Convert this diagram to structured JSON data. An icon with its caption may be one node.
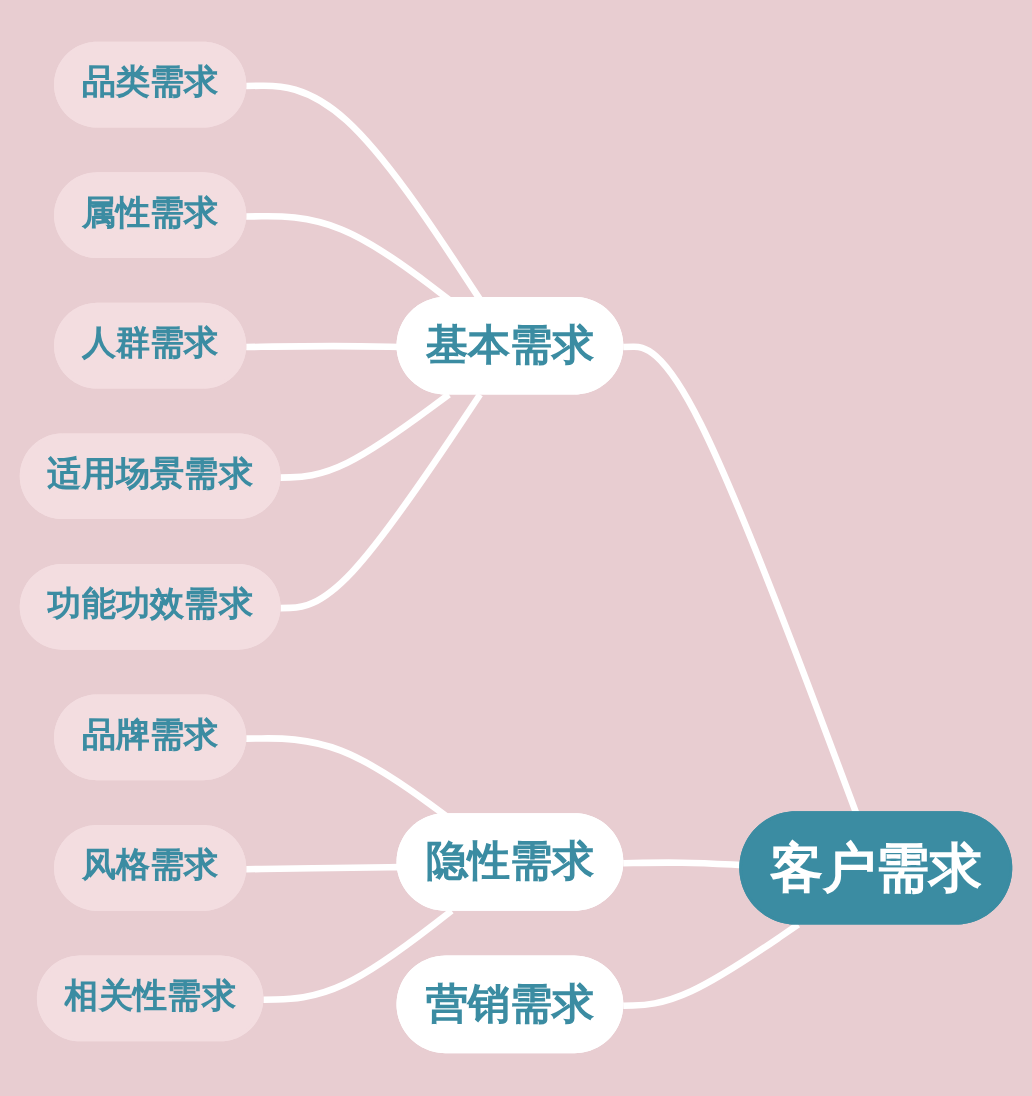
{
  "diagram": {
    "nodes": [
      {
        "text": [
          "客户需求"
        ]
      },
      {
        "text": [
          "基本需求"
        ]
      },
      {
        "text": [
          "品类需求"
        ]
      },
      {
        "text": [
          "属性需求"
        ]
      },
      {
        "text": [
          "人群需求"
        ]
      },
      {
        "text": [
          "适用场景需求"
        ]
      },
      {
        "text": [
          "功能功效需求"
        ]
      },
      {
        "text": [
          "隐性需求"
        ]
      },
      {
        "text": [
          "品牌需求"
        ]
      },
      {
        "text": [
          "风格需求"
        ]
      },
      {
        "text": [
          "相关性需求"
        ]
      },
      {
        "text": [
          "营销需求"
        ]
      }
    ],
    "edges": [
      {
        "from": 0,
        "to": 1,
        "arrow": "none"
      },
      {
        "from": 1,
        "to": 2,
        "arrow": "none"
      },
      {
        "from": 1,
        "to": 3,
        "arrow": "none"
      },
      {
        "from": 1,
        "to": 4,
        "arrow": "none"
      },
      {
        "from": 1,
        "to": 5,
        "arrow": "none"
      },
      {
        "from": 1,
        "to": 6,
        "arrow": "none"
      },
      {
        "from": 0,
        "to": 7,
        "arrow": "none"
      },
      {
        "from": 7,
        "to": 8,
        "arrow": "none"
      },
      {
        "from": 7,
        "to": 9,
        "arrow": "none"
      },
      {
        "from": 7,
        "to": 10,
        "arrow": "none"
      },
      {
        "from": 0,
        "to": 11,
        "arrow": "none"
      }
    ]
  }
}
